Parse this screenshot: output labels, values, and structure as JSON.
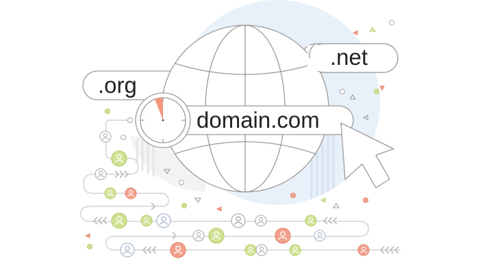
{
  "illustration": {
    "labels": {
      "org": ".org",
      "net": ".net",
      "domain": "domain.com"
    },
    "colors": {
      "line": "#9a9a9a",
      "path": "#dcdcdc",
      "accent_orange": "#f08a70",
      "accent_green": "#c8de8c",
      "accent_blue_bg": "#e6eef8",
      "accent_gray_bg": "#f1f1f1",
      "text": "#222222"
    },
    "icons": {
      "globe": "globe-icon",
      "clock": "clock-icon",
      "cursor": "mouse-pointer-icon",
      "user": "user-avatar-icon",
      "chevrons": "chevron-arrows-icon"
    }
  }
}
